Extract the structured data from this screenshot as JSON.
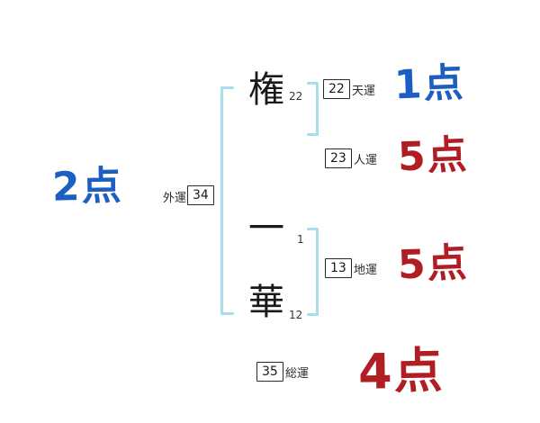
{
  "name": {
    "chars": [
      {
        "char": "権",
        "strokes": "22"
      },
      {
        "char": "一",
        "strokes": "1"
      },
      {
        "char": "華",
        "strokes": "12"
      }
    ]
  },
  "fortunes": {
    "ten": {
      "label": "天運",
      "value": "22",
      "score": "1点"
    },
    "jin": {
      "label": "人運",
      "value": "23",
      "score": "5点"
    },
    "chi": {
      "label": "地運",
      "value": "13",
      "score": "5点"
    },
    "gai": {
      "label": "外運",
      "value": "34",
      "score": "2点"
    },
    "sou": {
      "label": "総運",
      "value": "35",
      "score": "4点"
    }
  },
  "colors": {
    "blue": "#1d5ec2",
    "red": "#b01e24",
    "bracket": "#a9dcee"
  }
}
